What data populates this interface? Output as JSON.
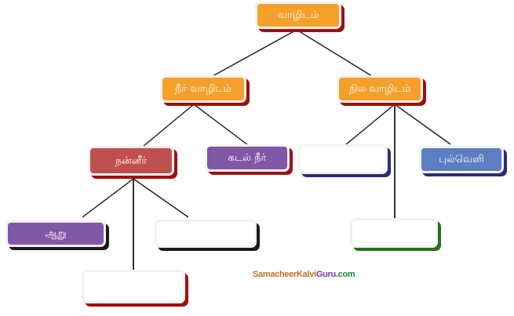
{
  "diagram": {
    "type": "hierarchy-tree",
    "colors": {
      "orange": "#f5a02a",
      "red": "#c0504d",
      "purple": "#8158a5",
      "blue": "#5b7fc0",
      "white": "#ffffff",
      "shadow_darkred": "#a01010",
      "shadow_navy": "#2e2a7a",
      "shadow_black": "#1a1a1a",
      "shadow_green": "#2b6e1f",
      "line": "#1a1a1a"
    },
    "nodes": {
      "root": {
        "label": "வாழிடம்"
      },
      "water_habitat": {
        "label": "நீர் வாழிடம்"
      },
      "land_habitat": {
        "label": "நில வாழிடம்"
      },
      "freshwater": {
        "label": "நன்னீர்"
      },
      "seawater": {
        "label": "கடல் நீர்"
      },
      "land_blank": {
        "label": ""
      },
      "grassland": {
        "label": "புல்வெளி"
      },
      "river": {
        "label": "ஆறு"
      },
      "freshwater_blank_right": {
        "label": ""
      },
      "land_blank_bottom": {
        "label": ""
      },
      "freshwater_blank_bottom": {
        "label": ""
      }
    },
    "edges": [
      [
        "root",
        "water_habitat"
      ],
      [
        "root",
        "land_habitat"
      ],
      [
        "water_habitat",
        "freshwater"
      ],
      [
        "water_habitat",
        "seawater"
      ],
      [
        "land_habitat",
        "land_blank"
      ],
      [
        "land_habitat",
        "land_blank_bottom"
      ],
      [
        "land_habitat",
        "grassland"
      ],
      [
        "freshwater",
        "river"
      ],
      [
        "freshwater",
        "freshwater_blank_right"
      ],
      [
        "freshwater",
        "freshwater_blank_bottom"
      ]
    ]
  },
  "watermark": {
    "part1": "SamacheerKalvi",
    "part2": "Guru",
    "part3": ".com"
  }
}
